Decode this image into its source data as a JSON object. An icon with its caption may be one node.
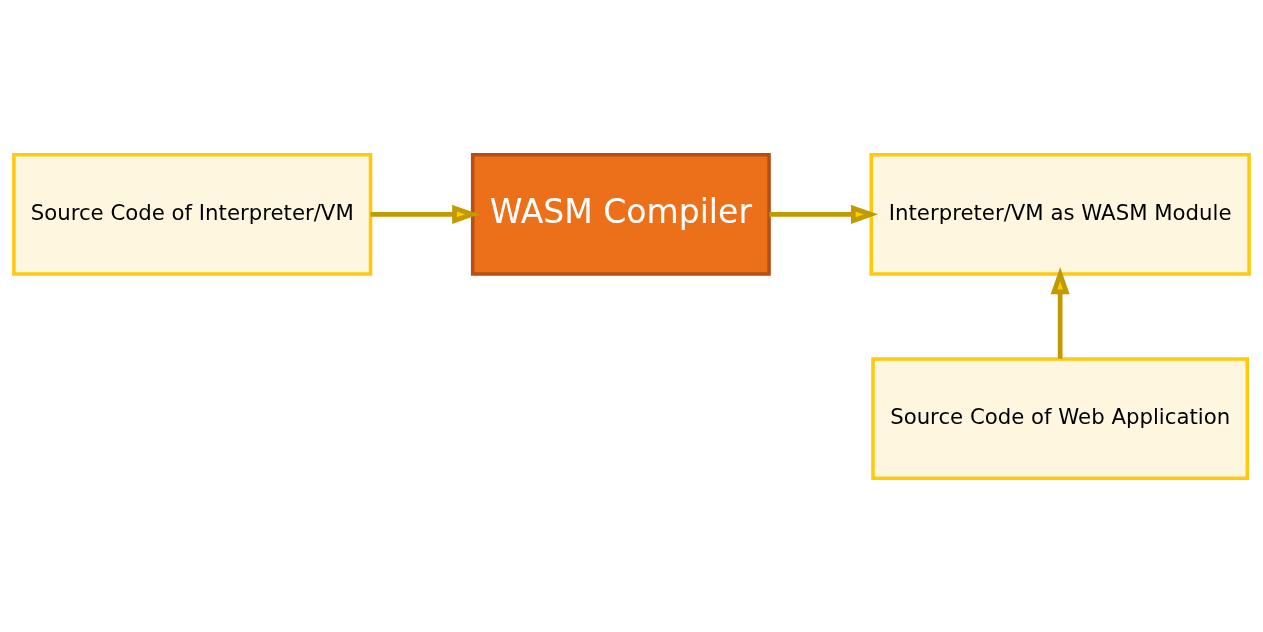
{
  "diagram": {
    "nodes": [
      {
        "text": [
          "Source Code of Interpreter/VM"
        ]
      },
      {
        "text": [
          "WASM Compiler"
        ]
      },
      {
        "text": [
          "Interpreter/VM as WASM Module"
        ]
      },
      {
        "text": [
          "Source Code of Web Application"
        ]
      }
    ],
    "edges": [
      {
        "from": 0,
        "to": 1,
        "arrow": "to"
      },
      {
        "from": 1,
        "to": 2,
        "arrow": "to"
      },
      {
        "from": 3,
        "to": 2,
        "arrow": "to"
      }
    ]
  }
}
